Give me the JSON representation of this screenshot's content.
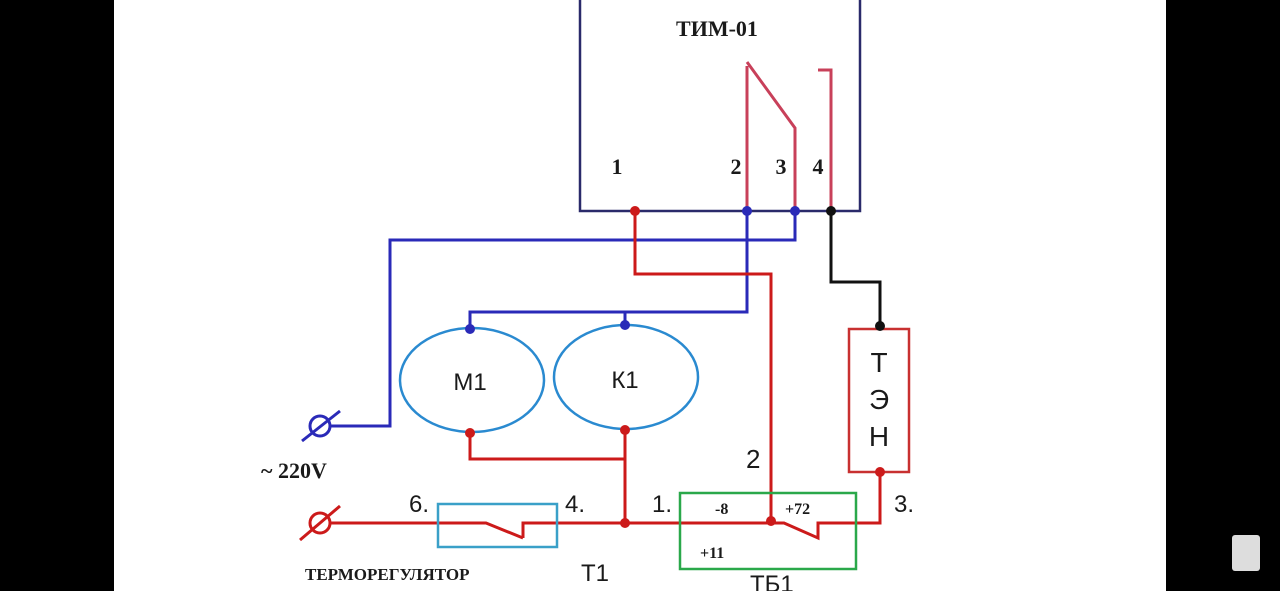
{
  "title": "ТИМ-01",
  "device_terminals": [
    "1",
    "2",
    "3",
    "4"
  ],
  "motor_label": "М1",
  "contactor_label": "К1",
  "heater_letters": [
    "Т",
    "Э",
    "Н"
  ],
  "supply_label": "~ 220V",
  "thermostat": {
    "caption": "ТЕРМОРЕГУЛЯТОР",
    "name": "Т1",
    "left_terminal": "6.",
    "right_terminal": "4."
  },
  "switch_block": {
    "name": "ТБ1",
    "label_minus": "-8",
    "label_plus": "+72",
    "label_bottom": "+11",
    "terminal_1": "1.",
    "terminal_2": "2",
    "terminal_3": "3."
  },
  "colors": {
    "blue_wire": "#2a2ab8",
    "red_wire": "#cc1a1a",
    "black_wire": "#111111",
    "frame": "#2a2a6a",
    "relay_contact": "#c8405a",
    "motor_outline": "#2a8ad0",
    "thermostat_box": "#3aa0c8",
    "switch_box": "#2aa84a",
    "heater_box": "#c83030"
  }
}
